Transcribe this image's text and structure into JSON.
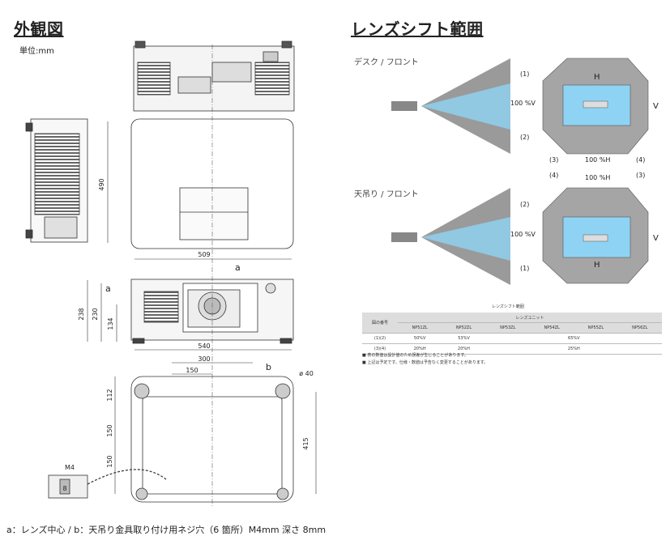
{
  "left": {
    "title": "外観図",
    "unit": "単位:mm",
    "dims": {
      "depth": "490",
      "width": "509",
      "height_total": "238",
      "height_body": "230",
      "lens_center_height": "134",
      "width_bottom": "540",
      "hole_span": "300",
      "hole_offset": "150",
      "hole_dia": "ø 40",
      "depth_bottom": "415",
      "side_112": "112",
      "side_150a": "150",
      "side_150b": "150",
      "thread": "M4",
      "thread_depth": "8"
    },
    "markers": {
      "a1": "a",
      "a2": "a",
      "b": "b"
    },
    "footnote": "a：レンズ中心 / b：天吊り金具取り付け用ネジ穴（6 箇所）M4mm 深さ 8mm"
  },
  "right": {
    "title": "レンズシフト範囲",
    "desk_label": "デスク / フロント",
    "ceiling_label": "天吊り / フロント",
    "pct_v": "100 %V",
    "pct_h": "100 %H",
    "h": "H",
    "v": "V",
    "r1": "(1)",
    "r2": "(2)",
    "r3": "(3)",
    "r4": "(4)",
    "table": {
      "caption": "レンズシフト範囲",
      "col0": "図の番号",
      "group": "レンズユニット",
      "models": [
        "NP51ZL",
        "NP52ZL",
        "NP53ZL",
        "NP54ZL",
        "NP55ZL",
        "NP56ZL"
      ],
      "rows": [
        {
          "label": "(1)(2)",
          "c1": "50%V",
          "c2": "53%V",
          "rest": "65%V"
        },
        {
          "label": "(3)(4)",
          "c1": "20%H",
          "c2": "20%H",
          "rest": "25%H"
        }
      ]
    },
    "notes": [
      "表の数値は設計値のため誤差が生じることがあります。",
      "上記は予定です。仕様・数値は予告なく変更することがあります。"
    ]
  },
  "colors": {
    "accent": "#8fd3f4",
    "zone": "#a5a5a5",
    "cone": "#8a8a8a"
  }
}
